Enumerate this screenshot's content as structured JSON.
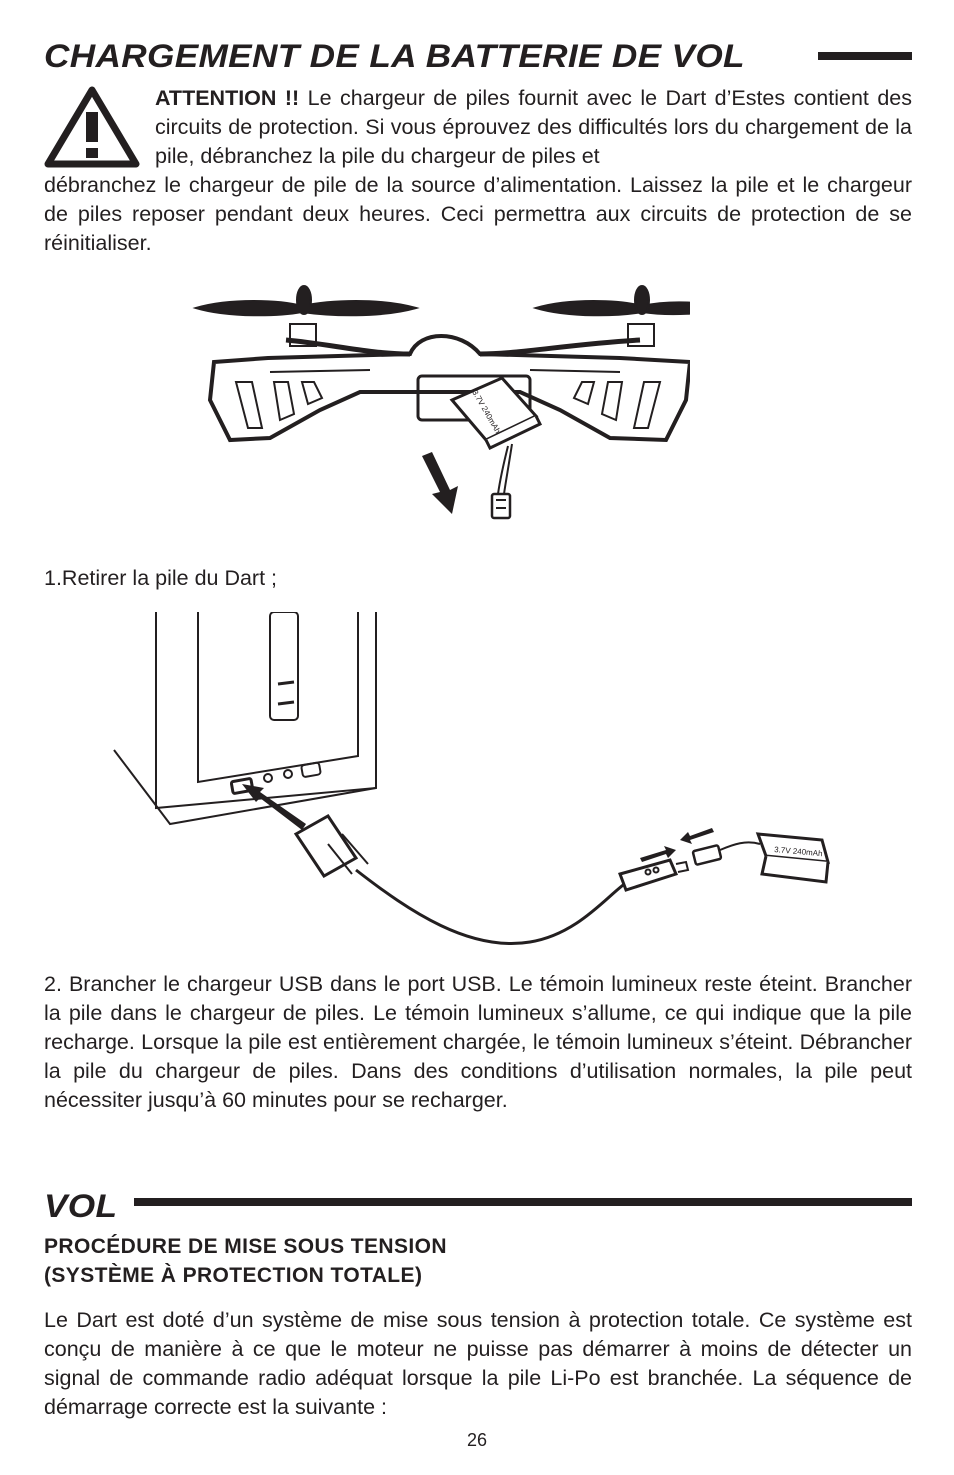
{
  "heading_main": "CHARGEMENT DE LA BATTERIE DE VOL",
  "warning": {
    "label": "ATTENTION !!",
    "text_first": "Le chargeur de piles fournit avec le Dart d’Estes contient des circuits de protection. Si vous éprouvez des difficultés lors du chargement de la pile, débranchez la pile du chargeur de piles et",
    "text_rest": "débranchez le chargeur de pile de la source d’alimentation. Laissez la pile et le chargeur de piles reposer pendant deux heures. Ceci permettra aux circuits de protection de se réinitialiser."
  },
  "figure1": {
    "battery_label": "3.7V  240mAh"
  },
  "step1": "1.Retirer la pile du Dart ;",
  "figure2": {
    "battery_label": "3.7V  240mAh"
  },
  "step2": "2. Brancher le chargeur USB dans le port USB. Le témoin lumineux reste éteint. Brancher la pile dans le chargeur de piles. Le témoin lumineux s’allume, ce qui indique que la pile recharge. Lorsque la pile est entièrement chargée, le témoin lumineux s’éteint. Débrancher la pile du chargeur de piles. Dans des conditions d’utilisation normales, la pile peut nécessiter jusqu’à 60 minutes pour se recharger.",
  "heading_vol": "VOL",
  "subheading": {
    "line1": "PROCÉDURE DE MISE SOUS TENSION",
    "line2": "(SYSTÈME À PROTECTION TOTALE)"
  },
  "body_vol": "Le Dart est doté d’un système de mise sous tension à protection totale. Ce système est conçu de manière à ce que le moteur ne puisse pas démarrer à moins de détecter un signal de commande radio adéquat lorsque la pile Li-Po est branchée. La séquence de démarrage correcte est la suivante :",
  "page_number": "26"
}
